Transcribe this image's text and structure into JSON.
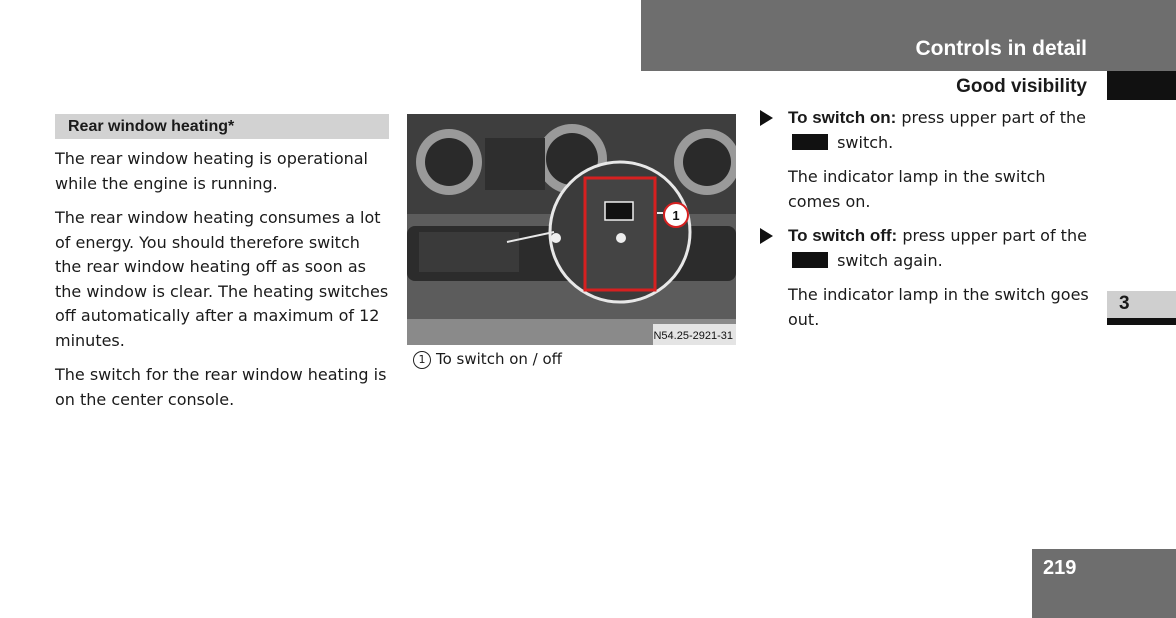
{
  "header": {
    "title": "Controls in detail",
    "subtitle": "Good visibility",
    "chapter": "3",
    "page": "219"
  },
  "left": {
    "heading": "Rear window heating*",
    "paragraphs": [
      "The rear window heating is operational while the engine is running.",
      "The rear window heating consumes a lot of energy. You should therefore switch the rear window heating off as soon as the window is clear. The heating switches off automatically after a maximum of 12 minutes.",
      "The switch for the rear window heating is on the center console."
    ]
  },
  "figure": {
    "code": "N54.25-2921-31",
    "callout": "1",
    "caption_num": "1",
    "caption": "To switch on / off"
  },
  "right": {
    "step1_bold": "To switch on:",
    "step1_a": "press upper part of the",
    "step1_b": "switch.",
    "step1_note": "The indicator lamp in the switch comes on.",
    "step2_bold": "To switch off:",
    "step2_a": "press upper part of the",
    "step2_b": "switch again.",
    "step2_note": "The indicator lamp in the switch goes out."
  },
  "icons": {
    "switch": "rear-window-heating-icon",
    "bullet": "triangle-arrow-icon"
  },
  "colors": {
    "header_gray": "#6e6e6e",
    "heading_bg": "#d2d2d2",
    "callout_red": "#d62020"
  }
}
